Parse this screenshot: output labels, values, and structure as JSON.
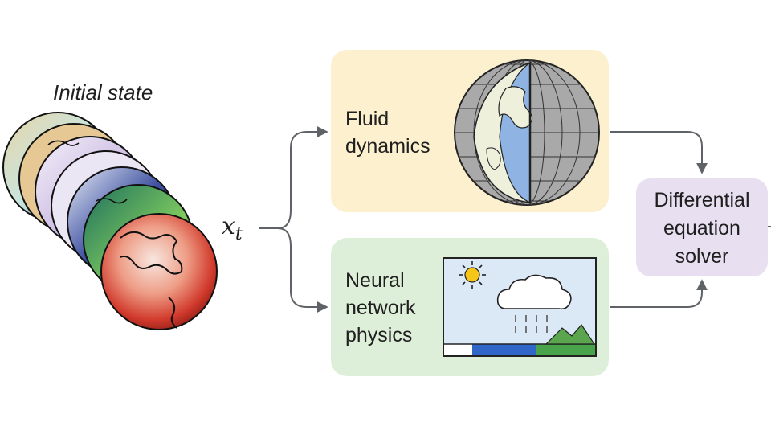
{
  "initial_state": {
    "label": "Initial state",
    "layer_count": 7
  },
  "state_symbol": {
    "base": "x",
    "subscript": "t"
  },
  "fluid_dynamics": {
    "lines": [
      "Fluid",
      "dynamics"
    ],
    "color": "#fdf0cf"
  },
  "neural_physics": {
    "lines": [
      "Neural",
      "network",
      "physics"
    ],
    "color": "#deefd9"
  },
  "solver": {
    "lines": [
      "Differential",
      "equation",
      "solver"
    ],
    "color": "#e8dff0"
  },
  "icons": {
    "globe": "globe-grid-icon",
    "weather": "weather-scene-icon"
  },
  "colors": {
    "arrow": "#5f6368",
    "sky": "#dbe9f7",
    "sun": "#f5c518",
    "ocean_band": "#2f66c7",
    "land_band": "#49a34a"
  }
}
